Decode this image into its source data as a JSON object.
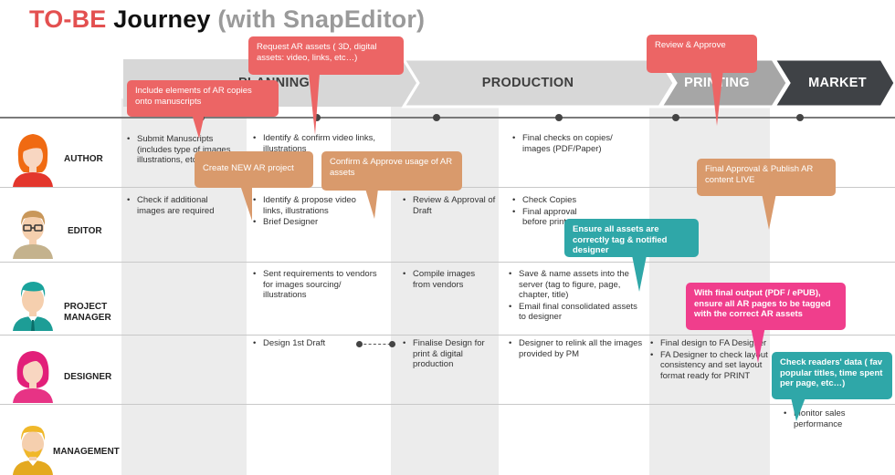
{
  "title": {
    "part1": "TO-BE",
    "part2": " Journey",
    "part3": " (with SnapEditor)"
  },
  "phases": [
    {
      "label": "PLANNING"
    },
    {
      "label": "PRODUCTION"
    },
    {
      "label": "PRINTING"
    },
    {
      "label": "MARKET"
    }
  ],
  "roles": [
    {
      "label": "AUTHOR"
    },
    {
      "label": "EDITOR"
    },
    {
      "label": "PROJECT\nMANAGER"
    },
    {
      "label": "DESIGNER"
    },
    {
      "label": "MANAGEMENT"
    }
  ],
  "tasks": {
    "author_planning": [
      "Submit Manuscripts (includes type of images, illustrations, etc…)"
    ],
    "author_planning2": [
      "Identify & confirm video links, illustrations"
    ],
    "author_production2": [
      "Final checks on copies/ images (PDF/Paper)"
    ],
    "editor_planning": [
      "Check if additional images are required"
    ],
    "editor_planning2": [
      "Identify & propose video links, illustrations",
      "Brief Designer"
    ],
    "editor_production1": [
      "Review & Approval of Draft"
    ],
    "editor_production2": [
      "Check Copies",
      "Final approval before print"
    ],
    "pm_planning2": [
      "Sent requirements to vendors for images sourcing/ illustrations"
    ],
    "pm_production1": [
      "Compile images from vendors"
    ],
    "pm_production2": [
      "Save & name assets into the server (tag to figure, page, chapter, title)",
      "Email final consolidated assets to designer"
    ],
    "designer_planning2": [
      "Design 1st Draft"
    ],
    "designer_production1": [
      "Finalise Design for print & digital production"
    ],
    "designer_production2": [
      "Designer to relink all the images provided by PM"
    ],
    "designer_printing": [
      "Final design to FA Designer",
      "FA Designer to check layout consistency and set layout format ready for PRINT"
    ],
    "management_market": [
      "Monitor sales performance"
    ]
  },
  "callouts": {
    "request_ar": "Request AR assets ( 3D, digital assets: video, links, etc…)",
    "include_ar": "Include elements of AR  copies onto manuscripts",
    "review_approve": "Review & Approve",
    "create_ar": "Create NEW AR project",
    "confirm_ar": "Confirm & Approve usage of AR assets",
    "final_approval": "Final Approval & Publish AR content LIVE",
    "ensure_tag": "Ensure all assets are correctly tag & notified designer",
    "final_output": "With final output (PDF / ePUB), ensure all AR pages to be tagged with the correct AR assets",
    "readers_data": "Check readers' data ( fav popular titles, time spent per page, etc…)"
  },
  "colors": {
    "red": "#ec6565",
    "tan": "#d99a6c",
    "teal": "#2fa7a8",
    "pink": "#f03e8c",
    "phase_grey": "#a6a6a6",
    "market_dark": "#3f4246"
  }
}
